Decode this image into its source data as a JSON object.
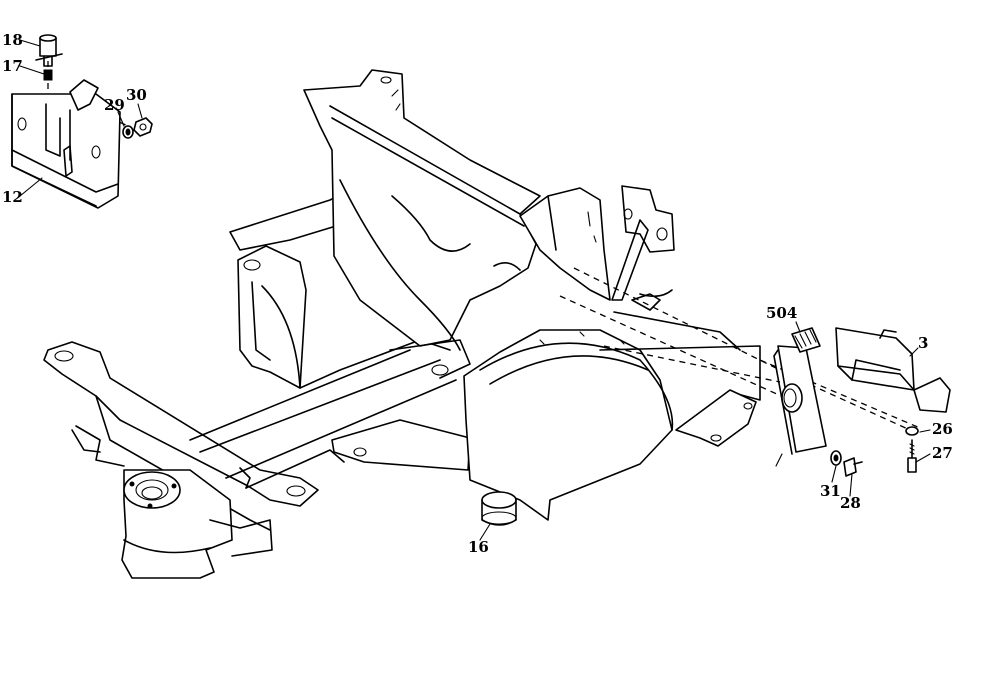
{
  "diagram": {
    "callouts": [
      {
        "id": "c18",
        "label": "18"
      },
      {
        "id": "c17",
        "label": "17"
      },
      {
        "id": "c12",
        "label": "12"
      },
      {
        "id": "c29",
        "label": "29"
      },
      {
        "id": "c30",
        "label": "30"
      },
      {
        "id": "c504",
        "label": "504"
      },
      {
        "id": "c3",
        "label": "3"
      },
      {
        "id": "c26",
        "label": "26"
      },
      {
        "id": "c27",
        "label": "27"
      },
      {
        "id": "c31",
        "label": "31"
      },
      {
        "id": "c28",
        "label": "28"
      },
      {
        "id": "c16",
        "label": "16"
      }
    ]
  }
}
